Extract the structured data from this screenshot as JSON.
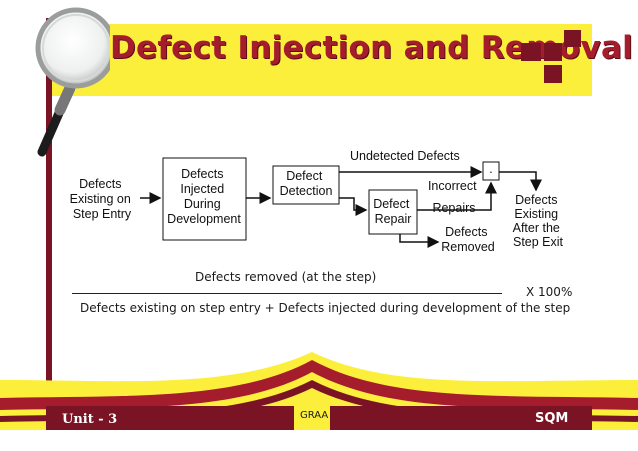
{
  "slide": {
    "title": "Defect Injection and Removal",
    "colors": {
      "accent": "#a51d2d",
      "band": "#fcef3c",
      "dark": "#7a1424"
    }
  },
  "diagram": {
    "entry_label": [
      "Defects",
      "Existing on",
      "Step Entry"
    ],
    "box_injected": [
      "Defects",
      "Injected",
      "During",
      "Development"
    ],
    "box_detection": [
      "Defect",
      "Detection"
    ],
    "box_repair": [
      "Defect",
      "Repair"
    ],
    "undetected_label": "Undetected Defects",
    "incorrect_label": [
      "Incorrect",
      "Repairs"
    ],
    "removed_label": [
      "Defects",
      "Removed"
    ],
    "junction_symbol": "·",
    "exit_label": [
      "Defects",
      "Existing",
      "After the",
      "Step Exit"
    ]
  },
  "formula": {
    "numerator": "Defects removed (at the step)",
    "multiplier": "X 100%",
    "denominator": "Defects existing on step entry + Defects injected during development of the step"
  },
  "footer": {
    "left": "Unit - 3",
    "center": "GRAA",
    "right": "SQM"
  }
}
